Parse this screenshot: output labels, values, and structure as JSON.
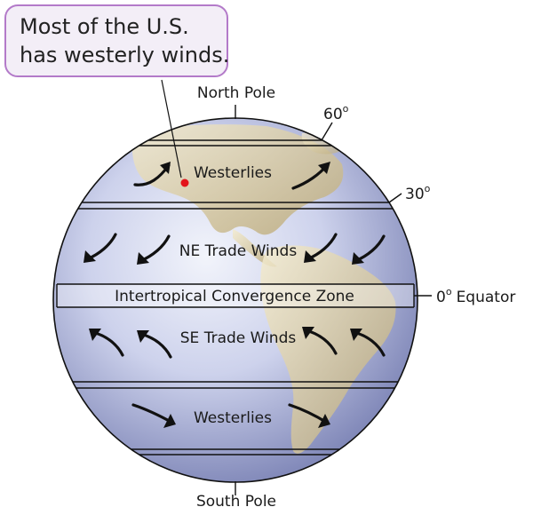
{
  "callout": {
    "line1": "Most of the U.S.",
    "line2": "has westerly winds."
  },
  "poles": {
    "north": "North Pole",
    "south": "South Pole"
  },
  "latitudes": {
    "sixty": "60",
    "thirty": "30",
    "equator_deg": "0",
    "equator_word": "Equator",
    "degree_symbol": "o"
  },
  "zones": {
    "westerlies_north": "Westerlies",
    "ne_trade": "NE Trade Winds",
    "itcz": "Intertropical Convergence Zone",
    "se_trade": "SE Trade Winds",
    "westerlies_south": "Westerlies"
  },
  "colors": {
    "globe_light": "#f2f4fb",
    "globe_mid": "#b8bfe0",
    "globe_dark": "#6e76ac",
    "land": "#c8b98e",
    "land_light": "#ece2c2",
    "callout_fill": "#f3eef7",
    "callout_stroke": "#b37ac9",
    "us_marker": "#e3141b",
    "band_line": "#111111"
  }
}
